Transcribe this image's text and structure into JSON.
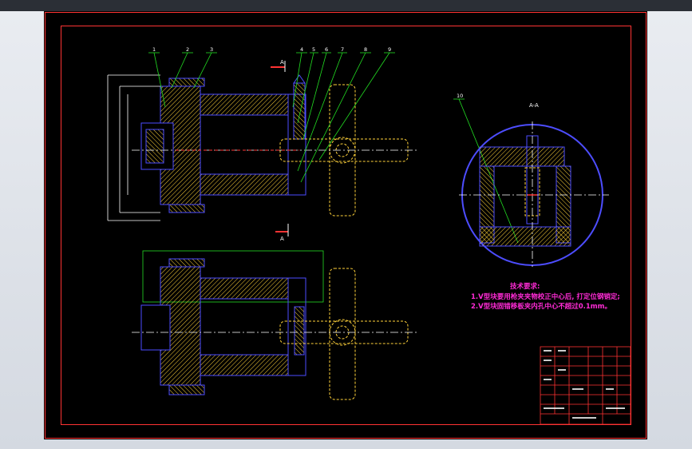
{
  "view_titles": {
    "section": "A-A",
    "cut_upper": "A",
    "cut_lower": "A"
  },
  "balloons": [
    "1",
    "2",
    "3",
    "4",
    "5",
    "6",
    "7",
    "8",
    "9",
    "10"
  ],
  "tech_requirements": {
    "title": "技术要求:",
    "line1": "1.V型块要用枪夹夹物校正中心后, 打定位钢销定;",
    "line2": "2.V型块固错移板夹内孔中心不超过0.1mm。"
  },
  "colors": {
    "sheet": "#000000",
    "outline": "#4d4dff",
    "hatch": "#ffd23a",
    "leader": "#22dd22",
    "center": "#ffffff",
    "note": "#ff2bd6",
    "red": "#ff3333"
  }
}
